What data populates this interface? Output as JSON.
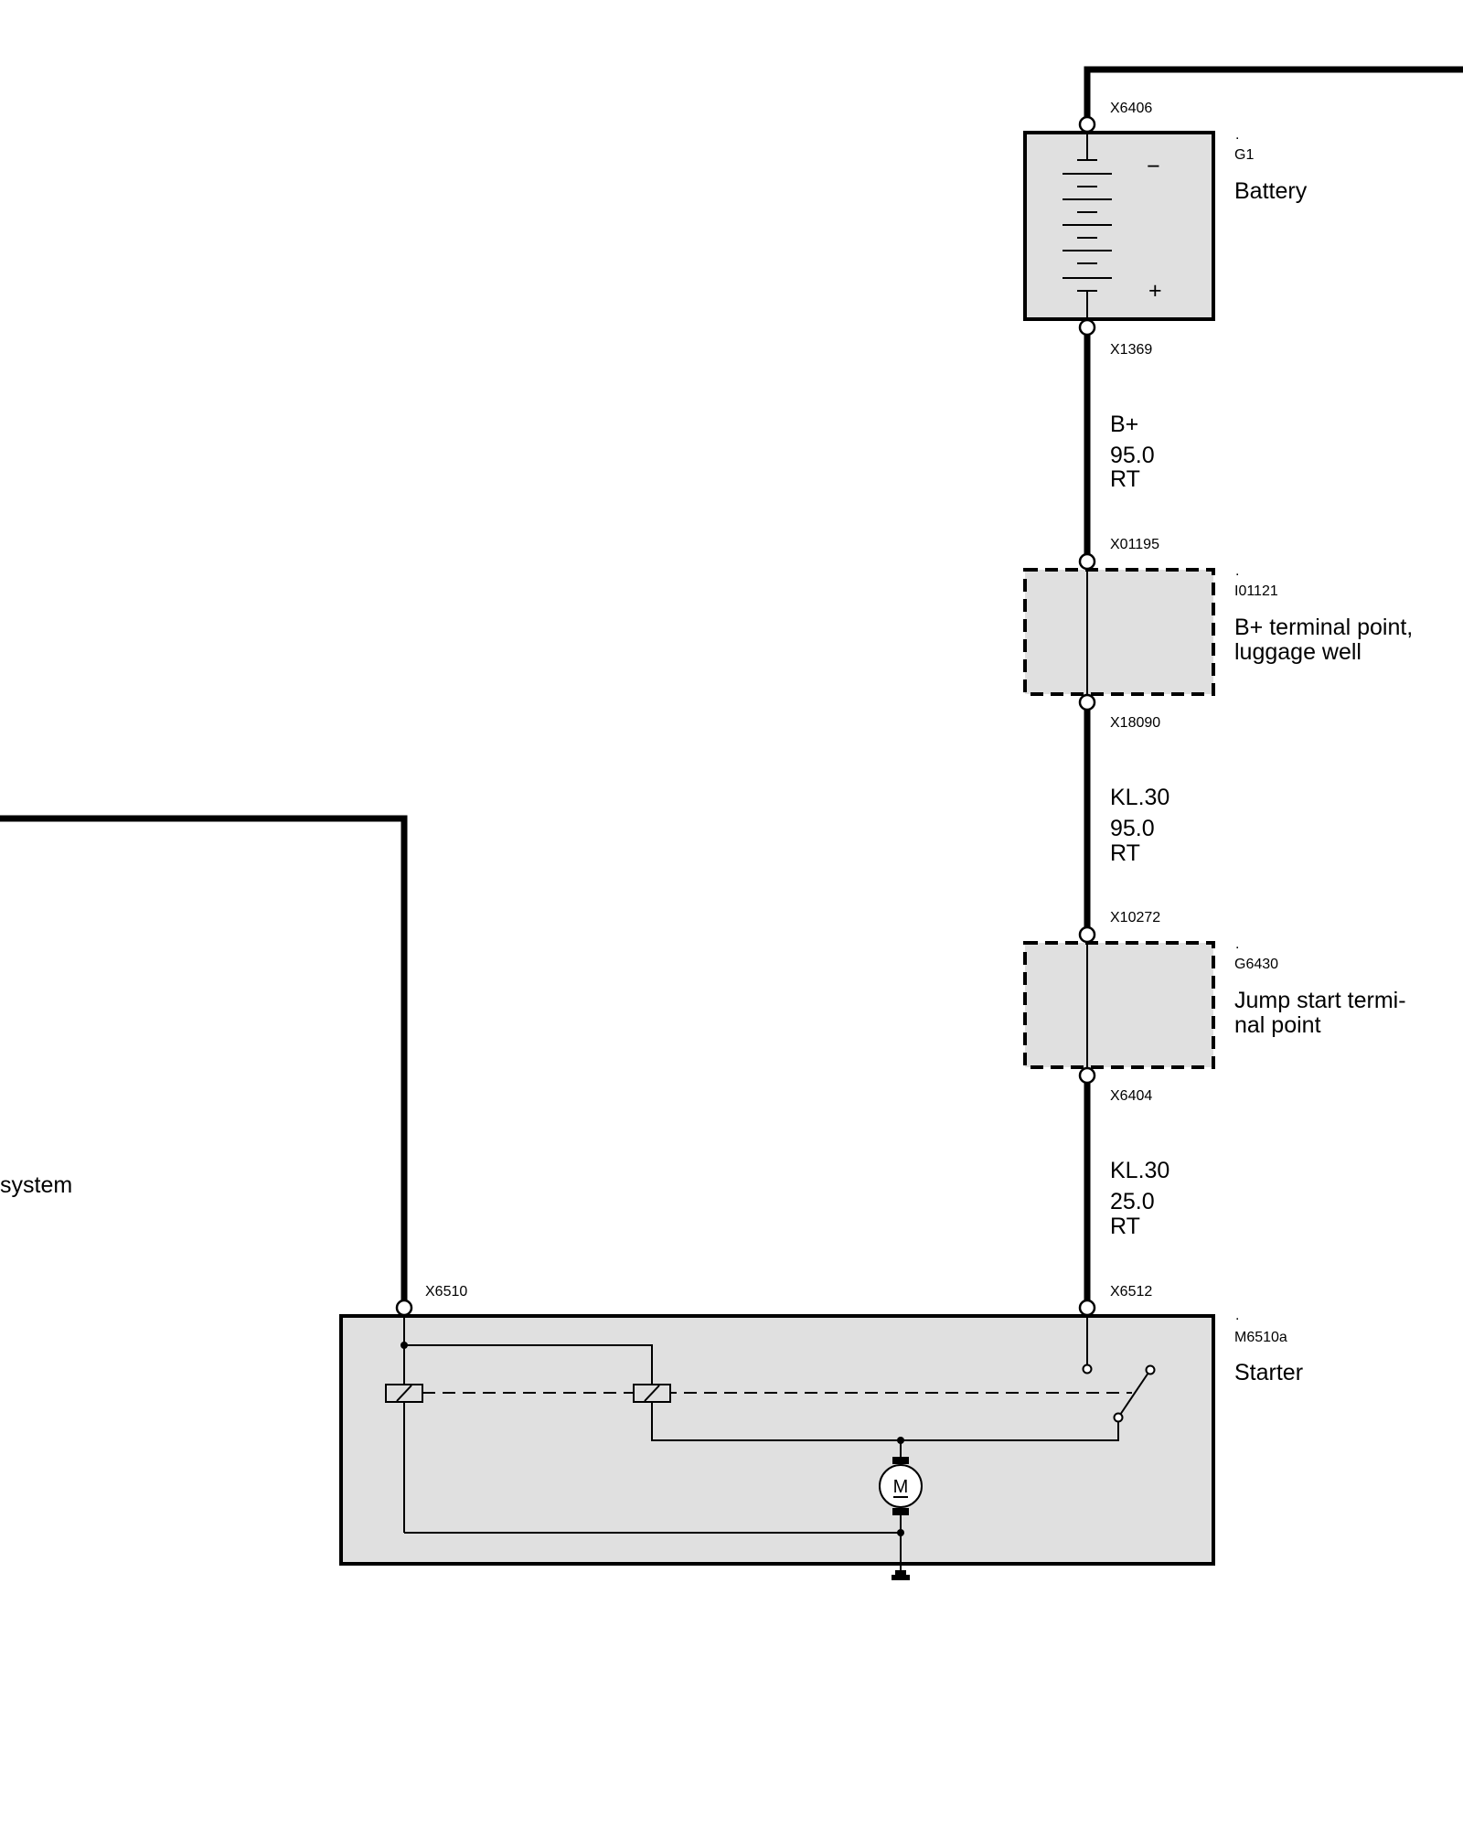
{
  "components": {
    "battery": {
      "dot": ".",
      "id": "G1",
      "name": "Battery",
      "minus": "−",
      "plus": "+"
    },
    "b_plus_terminal": {
      "dot": ".",
      "id": "I01121",
      "name_line1": "B+ terminal point,",
      "name_line2": "luggage well"
    },
    "jump_start": {
      "dot": ".",
      "id": "G6430",
      "name_line1": "Jump start termi-",
      "name_line2": "nal point"
    },
    "starter": {
      "dot": ".",
      "id": "M6510a",
      "name": "Starter",
      "motor_label": "M"
    },
    "left_partial": {
      "name_fragment": "system"
    }
  },
  "connectors": {
    "x6406": "X6406",
    "x1369": "X1369",
    "x01195": "X01195",
    "x18090": "X18090",
    "x10272": "X10272",
    "x6404": "X6404",
    "x6510": "X6510",
    "x6512": "X6512"
  },
  "wires": {
    "w1": {
      "signal": "B+",
      "gauge": "95.0",
      "color": "RT"
    },
    "w2": {
      "signal": "KL.30",
      "gauge": "95.0",
      "color": "RT"
    },
    "w3": {
      "signal": "KL.30",
      "gauge": "25.0",
      "color": "RT"
    }
  }
}
